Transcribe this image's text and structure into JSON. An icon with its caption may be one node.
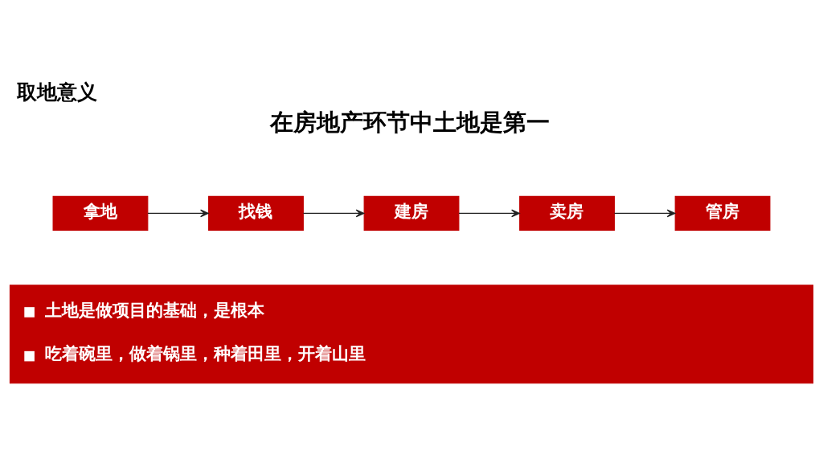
{
  "diagram": {
    "title": "取地意义",
    "nodes": [
      {
        "text": [
          "拿地"
        ]
      },
      {
        "text": [
          "找钱"
        ]
      },
      {
        "text": [
          "建房"
        ]
      },
      {
        "text": [
          "卖房"
        ]
      },
      {
        "text": [
          "管房"
        ]
      },
      {
        "text": [
          "土地是做项目的基础，是根本",
          "吃着碗里，做着锅里，种着田里，开着山里"
        ]
      }
    ],
    "edges": [
      {
        "from": 0,
        "to": 1,
        "arrow": "to"
      },
      {
        "from": 1,
        "to": 2,
        "arrow": "to"
      },
      {
        "from": 2,
        "to": 3,
        "arrow": "to"
      },
      {
        "from": 3,
        "to": 4,
        "arrow": "to"
      }
    ],
    "labels": [
      "在房地产环节中土地是第一"
    ]
  }
}
